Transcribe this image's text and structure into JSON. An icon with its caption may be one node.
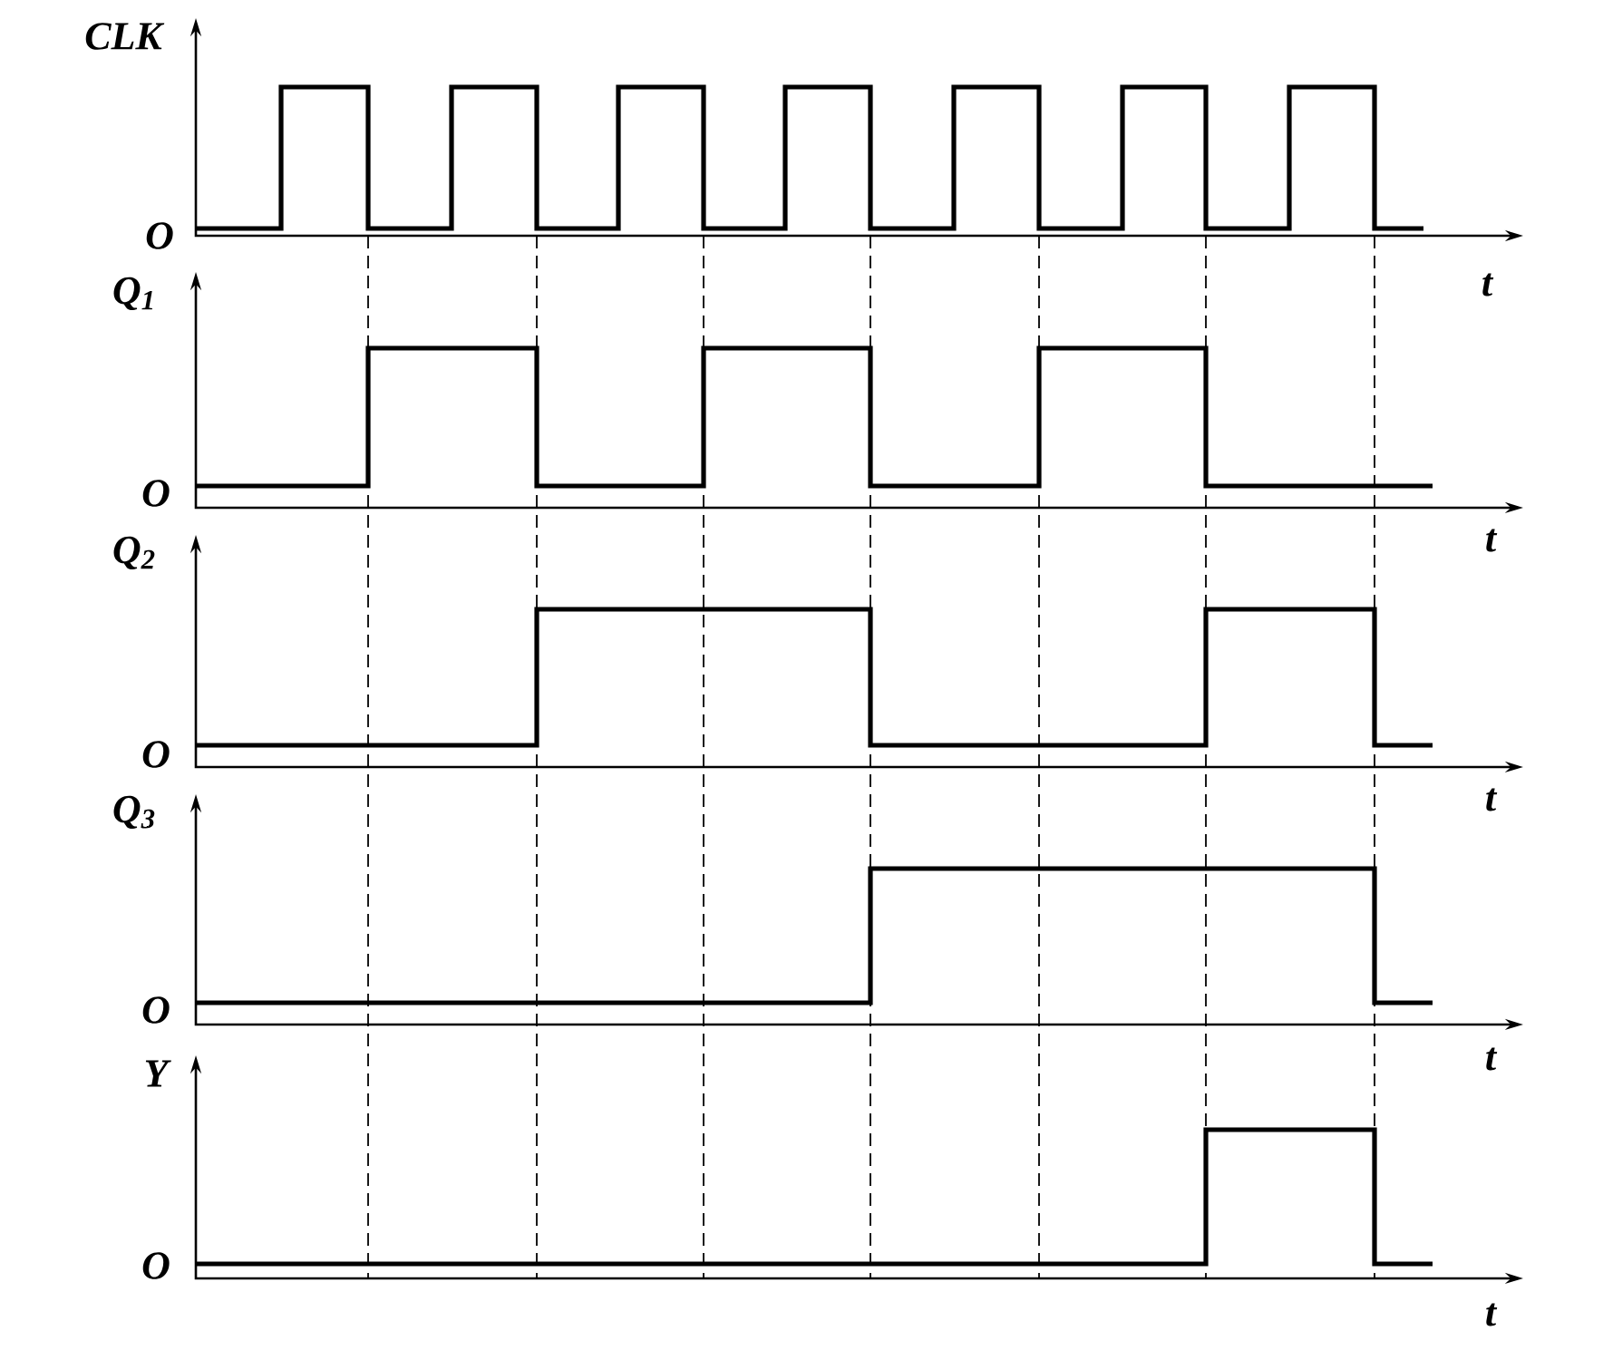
{
  "diagram": {
    "labels": [
      "CLK",
      "O",
      "t",
      "Q$_{1}$",
      "O",
      "t",
      "Q$_{2}$",
      "O",
      "t",
      "Q$_{3}$",
      "O",
      "t",
      "Y",
      "O",
      "t"
    ]
  }
}
